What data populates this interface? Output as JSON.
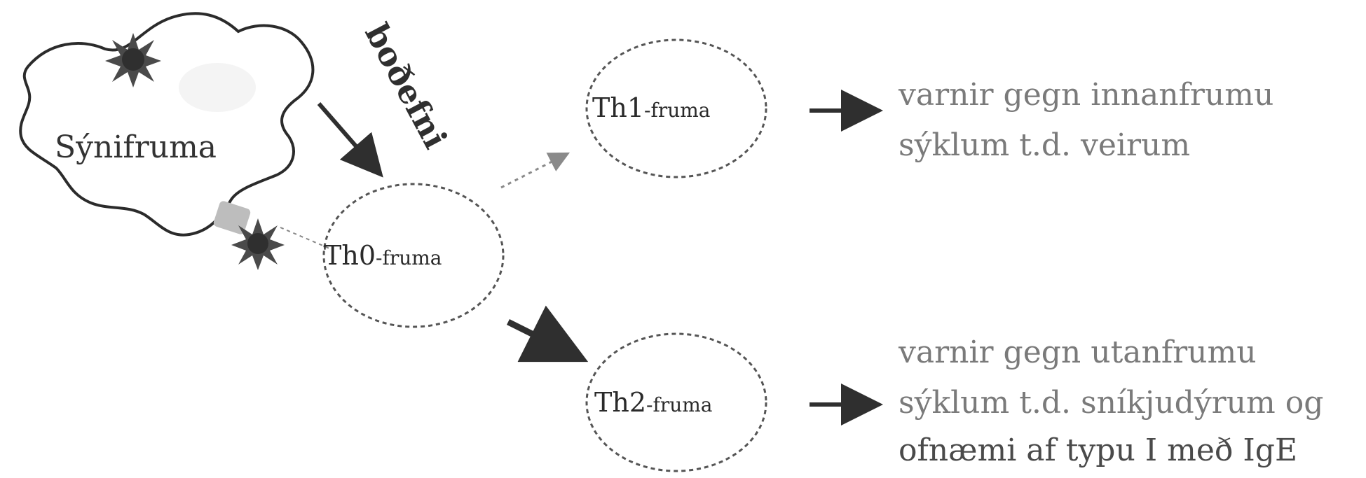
{
  "diagram": {
    "antigen_cell": {
      "label": "Sýnifruma"
    },
    "helper_label": "boðefni",
    "cells": {
      "th0": {
        "prefix": "Th0",
        "suffix": "-fruma"
      },
      "th1": {
        "prefix": "Th1",
        "suffix": "-fruma"
      },
      "th2": {
        "prefix": "Th2",
        "suffix": "-fruma"
      }
    },
    "descriptions": {
      "th1": {
        "line1": "varnir gegn innanfrumu",
        "line2": "sýklum t.d. veirum"
      },
      "th2": {
        "line1": "varnir gegn utanfrumu",
        "line2": "sýklum t.d. sníkjudýrum og",
        "line3": "ofnæmi af typu I með IgE"
      }
    },
    "colors": {
      "outline": "#2b2b2b",
      "dashed": "#555555",
      "arrow": "#2f2f2f",
      "antigen": "#4a4a4a",
      "receptor": "#bdbdbd",
      "text_light": "#7a7a7a"
    }
  }
}
